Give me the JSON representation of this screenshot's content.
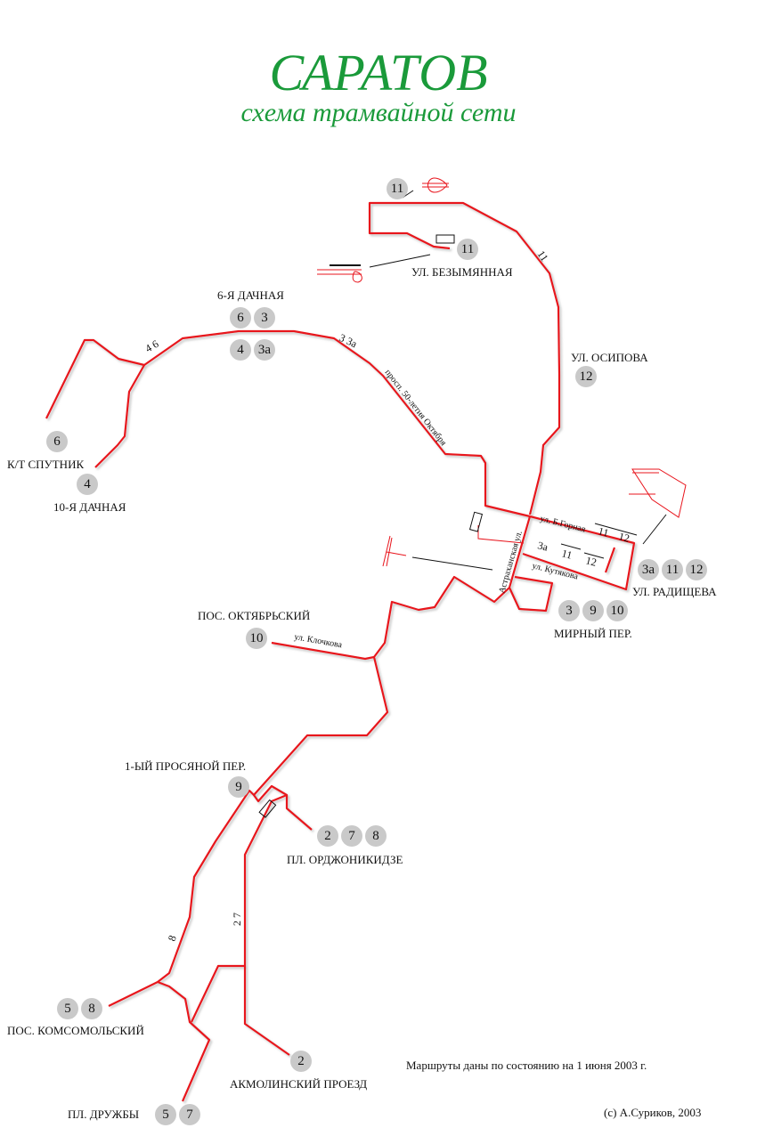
{
  "title": "САРАТОВ",
  "subtitle": "схема трамвайной сети",
  "colors": {
    "title": "#1a9a3a",
    "track": "#e8141c",
    "badge": "#c9c9c9"
  },
  "stops": [
    {
      "name": "УЛ. БЕЗЫМЯННАЯ",
      "routes": [
        "11"
      ]
    },
    {
      "name": "",
      "routes": [
        "11"
      ]
    },
    {
      "name": "УЛ. ОСИПОВА",
      "routes": [
        "12"
      ]
    },
    {
      "name": "6-Я ДАЧНАЯ",
      "routes": [
        "6",
        "3"
      ]
    },
    {
      "name": "",
      "routes": [
        "4",
        "3а"
      ]
    },
    {
      "name": "К/Т СПУТНИК",
      "routes": [
        "6"
      ]
    },
    {
      "name": "10-Я ДАЧНАЯ",
      "routes": [
        "4"
      ]
    },
    {
      "name": "УЛ. РАДИЩЕВА",
      "routes": [
        "3а",
        "11",
        "12"
      ]
    },
    {
      "name": "МИРНЫЙ ПЕР.",
      "routes": [
        "3",
        "9",
        "10"
      ]
    },
    {
      "name": "ПОС. ОКТЯБРЬСКИЙ",
      "routes": [
        "10"
      ]
    },
    {
      "name": "1-ЫЙ ПРОСЯНОЙ ПЕР.",
      "routes": [
        "9"
      ]
    },
    {
      "name": "ПЛ. ОРДЖОНИКИДЗЕ",
      "routes": [
        "2",
        "7",
        "8"
      ]
    },
    {
      "name": "ПОС. КОМСОМОЛЬСКИЙ",
      "routes": [
        "5",
        "8"
      ]
    },
    {
      "name": "АКМОЛИНСКИЙ ПРОЕЗД",
      "routes": [
        "2"
      ]
    },
    {
      "name": "ПЛ. ДРУЖБЫ",
      "routes": [
        "5",
        "7"
      ]
    }
  ],
  "streets": {
    "prospect": "просп. 50-летия Октября",
    "astrakhanskaya": "Астраханская ул.",
    "gornaya": "ул. Б.Горная",
    "kutyakova": "ул. Кутякова",
    "klochkova": "ул. Клочкова"
  },
  "line_labels": {
    "n11": "11",
    "r46": "4  6",
    "r33a": "3  3а",
    "g11": "11",
    "g12": "12",
    "k3a": "3а",
    "k11": "11",
    "k12": "12",
    "s8": "8",
    "s27": "2  7"
  },
  "note": "Маршруты даны по состоянию на 1 июня 2003 г.",
  "copyright": "(с) А.Суриков, 2003"
}
